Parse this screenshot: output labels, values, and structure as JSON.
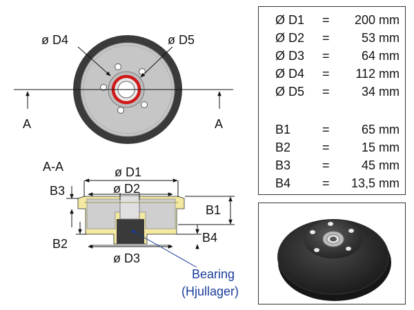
{
  "top_view": {
    "label_d4": "ø D4",
    "label_d5": "ø D5",
    "section_left": "A",
    "section_right": "A"
  },
  "section_view": {
    "title": "A-A",
    "label_d1": "ø D1",
    "label_d2": "ø D2",
    "label_d3": "ø D3",
    "label_b1": "B1",
    "label_b2": "B2",
    "label_b3": "B3",
    "label_b4": "B4",
    "bearing_label": "Bearing",
    "bearing_sublabel": "(Hjullager)"
  },
  "specs": [
    {
      "symbol": "Ø D1",
      "eq": "=",
      "value": "200 mm"
    },
    {
      "symbol": "Ø D2",
      "eq": "=",
      "value": "53 mm"
    },
    {
      "symbol": "Ø D3",
      "eq": "=",
      "value": "64 mm"
    },
    {
      "symbol": "Ø D4",
      "eq": "=",
      "value": "112 mm"
    },
    {
      "symbol": "Ø D5",
      "eq": "=",
      "value": "34 mm"
    },
    {
      "symbol": "B1",
      "eq": "=",
      "value": "65 mm"
    },
    {
      "symbol": "B2",
      "eq": "=",
      "value": "15 mm"
    },
    {
      "symbol": "B3",
      "eq": "=",
      "value": "45 mm"
    },
    {
      "symbol": "B4",
      "eq": "=",
      "value": "13,5 mm"
    }
  ],
  "colors": {
    "drum_outer": "#3a3a3a",
    "drum_face": "#c6c6c6",
    "bearing_ring": "#d01818",
    "section_fill": "#f3e9a0",
    "section_inner": "#cfcfcf",
    "bearing_fill": "#3a3a3a",
    "bearing_text": "#1a3c9a"
  }
}
